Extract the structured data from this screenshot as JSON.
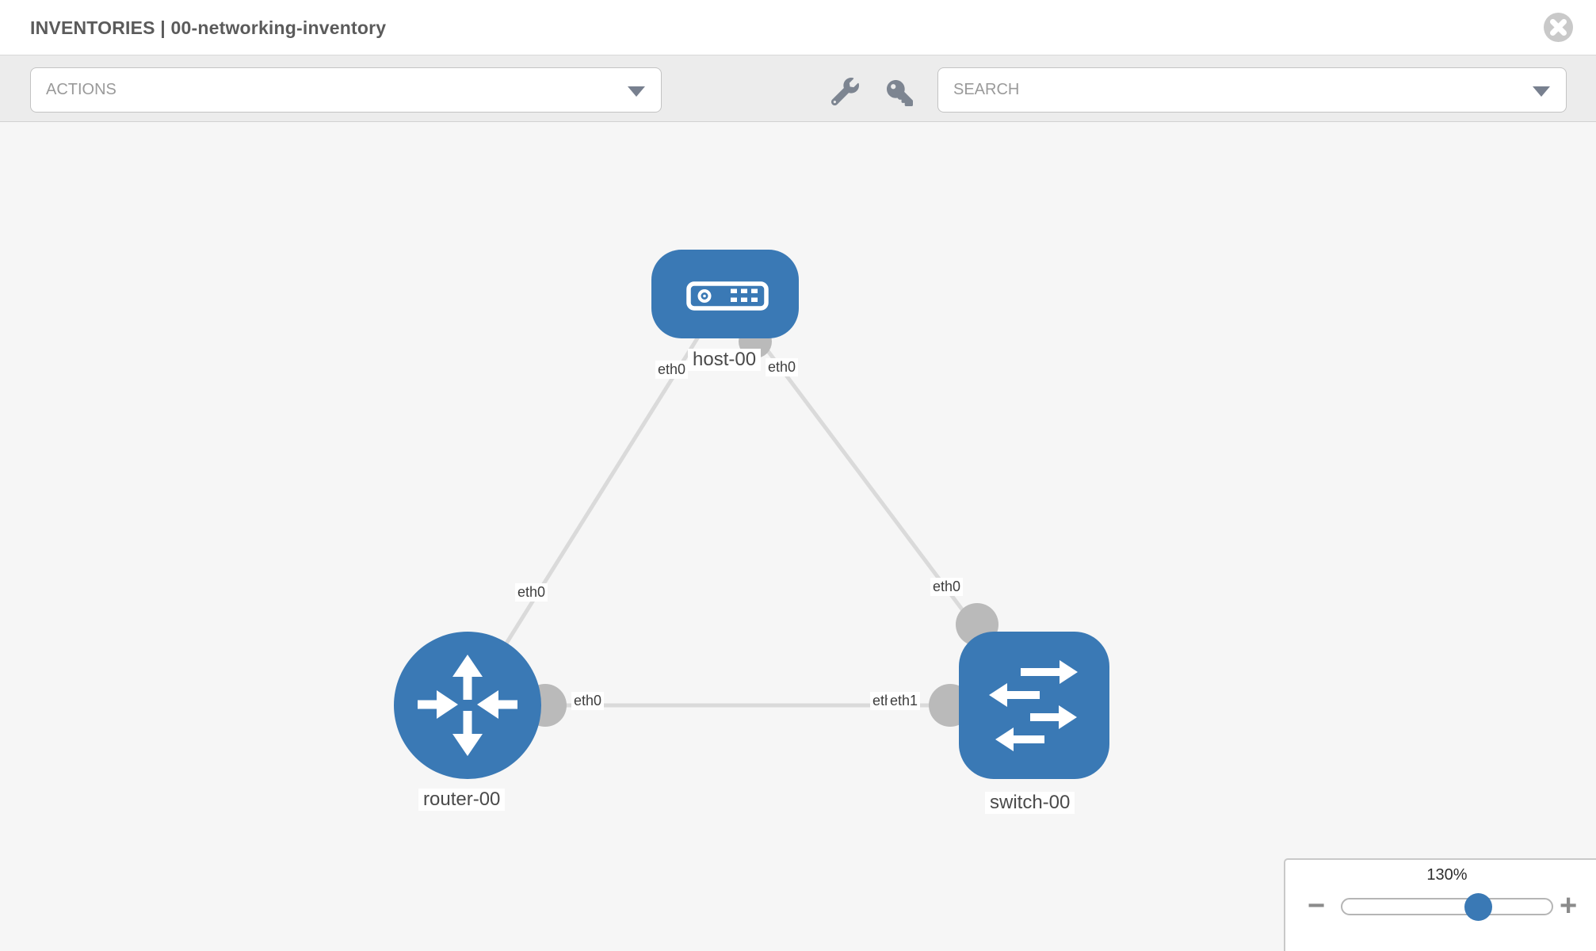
{
  "header": {
    "title": "INVENTORIES | 00-networking-inventory"
  },
  "toolbar": {
    "actions_placeholder": "ACTIONS",
    "search_placeholder": "SEARCH"
  },
  "icons": {
    "close": "circle-x-icon",
    "wrench": "wrench-icon",
    "key": "key-icon",
    "dropdown_caret": "chevron-down-icon"
  },
  "topology": {
    "nodes": [
      {
        "id": "host-00",
        "type": "host",
        "label": "host-00"
      },
      {
        "id": "router-00",
        "type": "router",
        "label": "router-00"
      },
      {
        "id": "switch-00",
        "type": "switch",
        "label": "switch-00"
      }
    ],
    "links": [
      {
        "from": "host-00",
        "from_interface": "eth0",
        "to": "router-00",
        "to_interface": "eth0"
      },
      {
        "from": "host-00",
        "from_interface": "eth0",
        "to": "switch-00",
        "to_interface": "eth0"
      },
      {
        "from": "router-00",
        "from_interface": "eth0",
        "to": "switch-00",
        "to_interface": "eth1"
      }
    ],
    "interface_labels": {
      "host_router_host": "eth0",
      "host_router_router": "eth0",
      "host_switch_host": "eth0",
      "host_switch_switch": "eth0",
      "router_switch_router": "eth0",
      "router_switch_switch_under": "eth0",
      "router_switch_switch": "eth1"
    }
  },
  "zoom_control": {
    "level": "130%",
    "value": 130,
    "minus_label": "−",
    "plus_label": "+"
  },
  "colors": {
    "node_blue": "#3a79b5",
    "link_gray": "#dadada",
    "port_gray": "#bababa",
    "canvas_bg": "#f6f6f6",
    "toolbar_bg": "#ececec",
    "label_text": "#4a4a4a"
  }
}
